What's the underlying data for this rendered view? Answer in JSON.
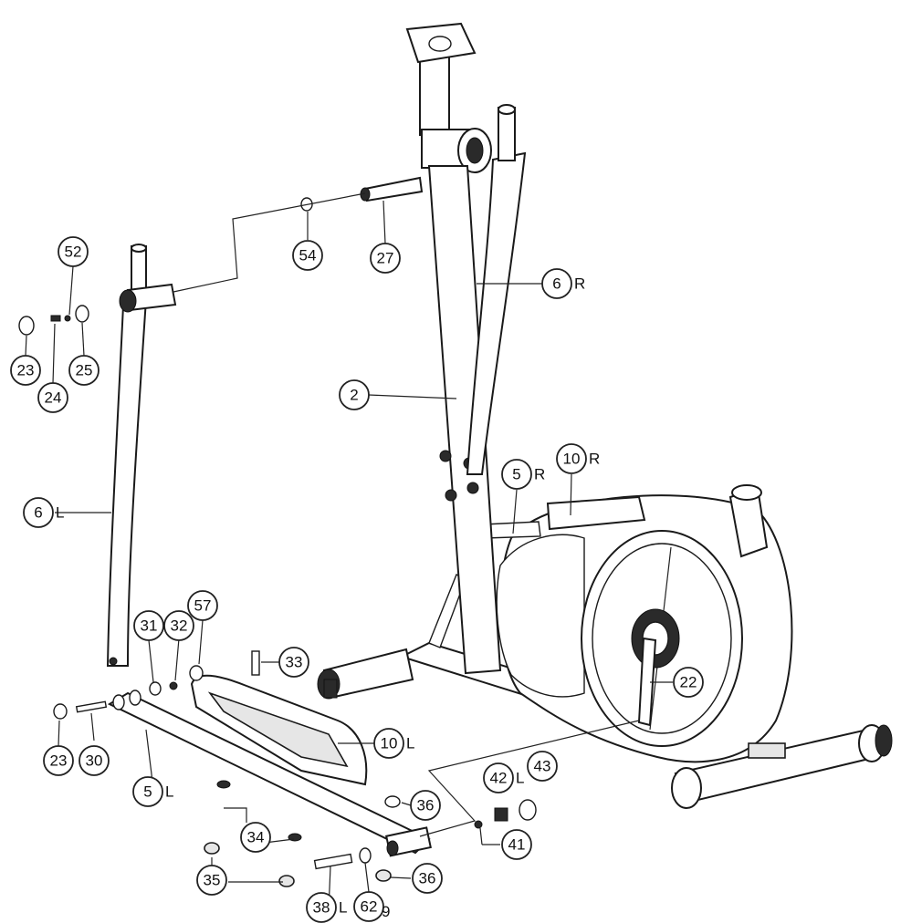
{
  "page_number": "9",
  "callouts": [
    {
      "id": "c52",
      "num": "52",
      "side": ""
    },
    {
      "id": "c54",
      "num": "54",
      "side": ""
    },
    {
      "id": "c27",
      "num": "27",
      "side": ""
    },
    {
      "id": "c6r",
      "num": "6",
      "side": "R"
    },
    {
      "id": "c23a",
      "num": "23",
      "side": ""
    },
    {
      "id": "c24",
      "num": "24",
      "side": ""
    },
    {
      "id": "c25",
      "num": "25",
      "side": ""
    },
    {
      "id": "c2",
      "num": "2",
      "side": ""
    },
    {
      "id": "c5r",
      "num": "5",
      "side": "R"
    },
    {
      "id": "c10r",
      "num": "10",
      "side": "R"
    },
    {
      "id": "c6l",
      "num": "6",
      "side": "L"
    },
    {
      "id": "c57",
      "num": "57",
      "side": ""
    },
    {
      "id": "c31",
      "num": "31",
      "side": ""
    },
    {
      "id": "c32",
      "num": "32",
      "side": ""
    },
    {
      "id": "c33",
      "num": "33",
      "side": ""
    },
    {
      "id": "c22",
      "num": "22",
      "side": ""
    },
    {
      "id": "c23b",
      "num": "23",
      "side": ""
    },
    {
      "id": "c30",
      "num": "30",
      "side": ""
    },
    {
      "id": "c10l",
      "num": "10",
      "side": "L"
    },
    {
      "id": "c42l",
      "num": "42",
      "side": "L"
    },
    {
      "id": "c43",
      "num": "43",
      "side": ""
    },
    {
      "id": "c5l",
      "num": "5",
      "side": "L"
    },
    {
      "id": "c36a",
      "num": "36",
      "side": ""
    },
    {
      "id": "c34",
      "num": "34",
      "side": ""
    },
    {
      "id": "c41",
      "num": "41",
      "side": ""
    },
    {
      "id": "c35",
      "num": "35",
      "side": ""
    },
    {
      "id": "c38l",
      "num": "38",
      "side": "L"
    },
    {
      "id": "c62",
      "num": "62",
      "side": ""
    },
    {
      "id": "c36b",
      "num": "36",
      "side": ""
    }
  ]
}
